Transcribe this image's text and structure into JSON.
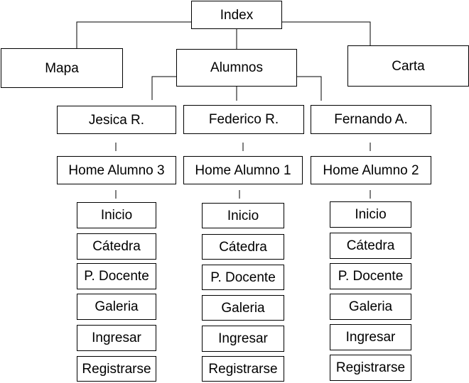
{
  "nodes": {
    "index": "Index",
    "mapa": "Mapa",
    "alumnos": "Alumnos",
    "carta": "Carta",
    "jesica": "Jesica R.",
    "federico": "Federico R.",
    "fernando": "Fernando A.",
    "home3": "Home Alumno 3",
    "home1": "Home Alumno 1",
    "home2": "Home Alumno 2"
  },
  "columns": [
    {
      "items": [
        "Inicio",
        "Cátedra",
        "P. Docente",
        "Galeria",
        "Ingresar",
        "Registrarse"
      ]
    },
    {
      "items": [
        "Inicio",
        "Cátedra",
        "P. Docente",
        "Galeria",
        "Ingresar",
        "Registrarse"
      ]
    },
    {
      "items": [
        "Inicio",
        "Cátedra",
        "P. Docente",
        "Galeria",
        "Ingresar",
        "Registrarse"
      ]
    }
  ],
  "colors": {
    "line": "#000000",
    "border": "#000000",
    "background": "#ffffff"
  }
}
